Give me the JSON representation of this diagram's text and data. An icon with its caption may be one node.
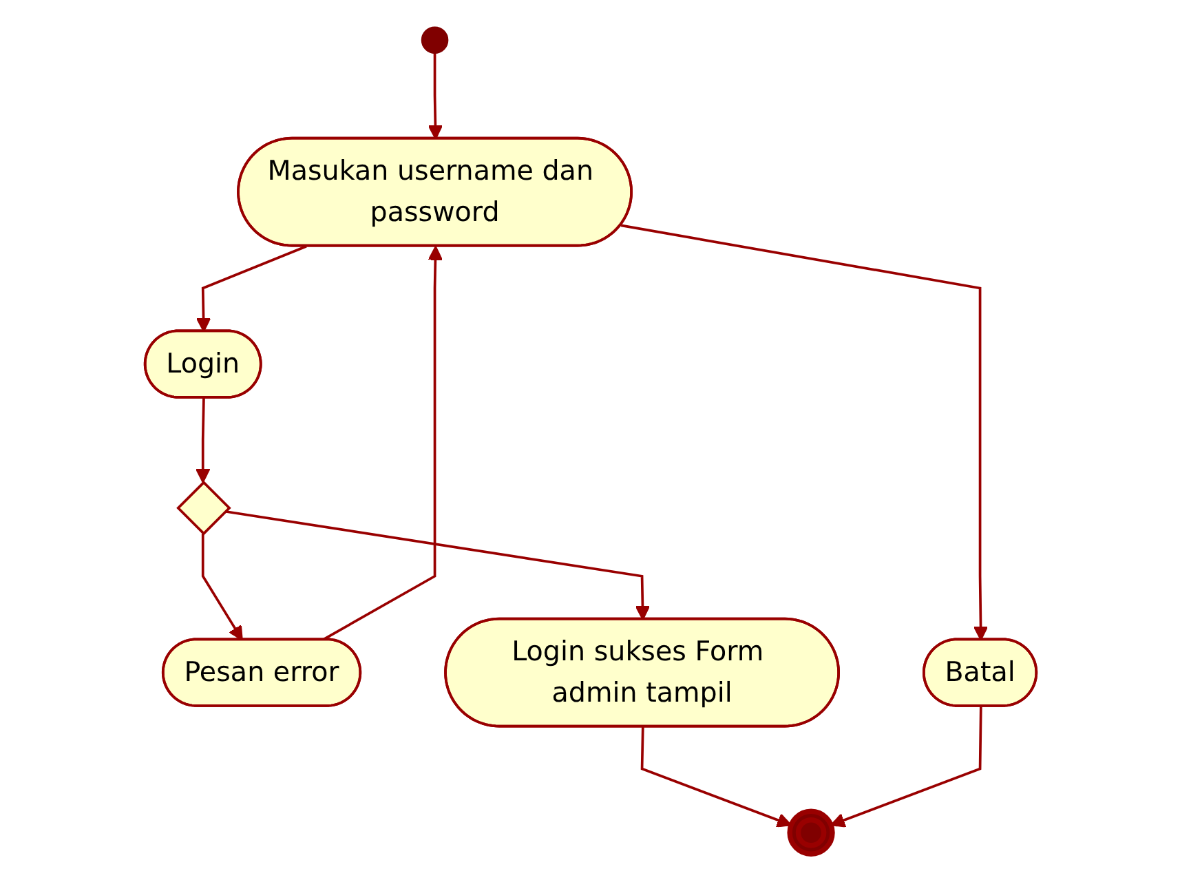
{
  "diagram": {
    "nodes": [
      {
        "text": [],
        "shape": "circle"
      },
      {
        "text": [
          "Masukan username dan password"
        ]
      },
      {
        "text": [
          "Pesan error"
        ]
      },
      {
        "text": [
          "Login"
        ]
      },
      {
        "text": [
          "Batal"
        ]
      },
      {
        "text": [],
        "shape": "diamond"
      },
      {
        "text": [
          "Login sukses Form admin tampil"
        ]
      },
      {
        "text": [],
        "shape": "circle"
      }
    ],
    "edges": [
      {
        "from": 0,
        "to": 1,
        "arrow": "to"
      },
      {
        "from": 1,
        "to": 3,
        "arrow": "to"
      },
      {
        "from": 1,
        "to": 4,
        "arrow": "to"
      },
      {
        "from": 3,
        "to": 5,
        "arrow": "to"
      },
      {
        "from": 5,
        "to": 2,
        "arrow": "to"
      },
      {
        "from": 2,
        "to": 1,
        "arrow": "to"
      },
      {
        "from": 5,
        "to": 6,
        "arrow": "to"
      },
      {
        "from": 6,
        "to": 7,
        "arrow": "to"
      },
      {
        "from": 4,
        "to": 7,
        "arrow": "to"
      }
    ]
  }
}
